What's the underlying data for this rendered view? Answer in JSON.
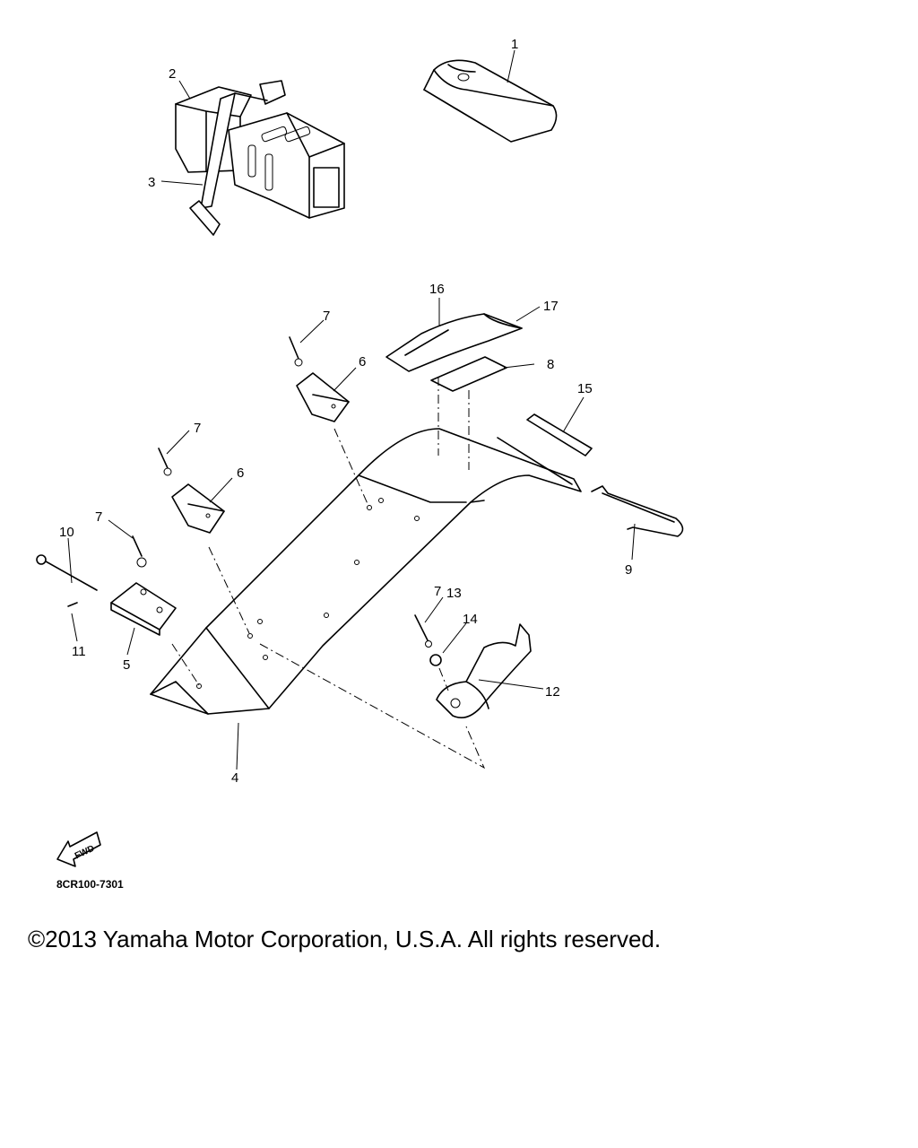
{
  "diagram": {
    "callouts": [
      "1",
      "2",
      "3",
      "4",
      "5",
      "6",
      "6",
      "7",
      "7",
      "7",
      "7",
      "8",
      "9",
      "10",
      "11",
      "12",
      "13",
      "14",
      "15",
      "16",
      "17"
    ],
    "fwd_label": "FWD",
    "diagram_code": "8CR100-7301"
  },
  "footer": {
    "copyright": "©2013 Yamaha Motor Corporation, U.S.A. All rights reserved."
  }
}
